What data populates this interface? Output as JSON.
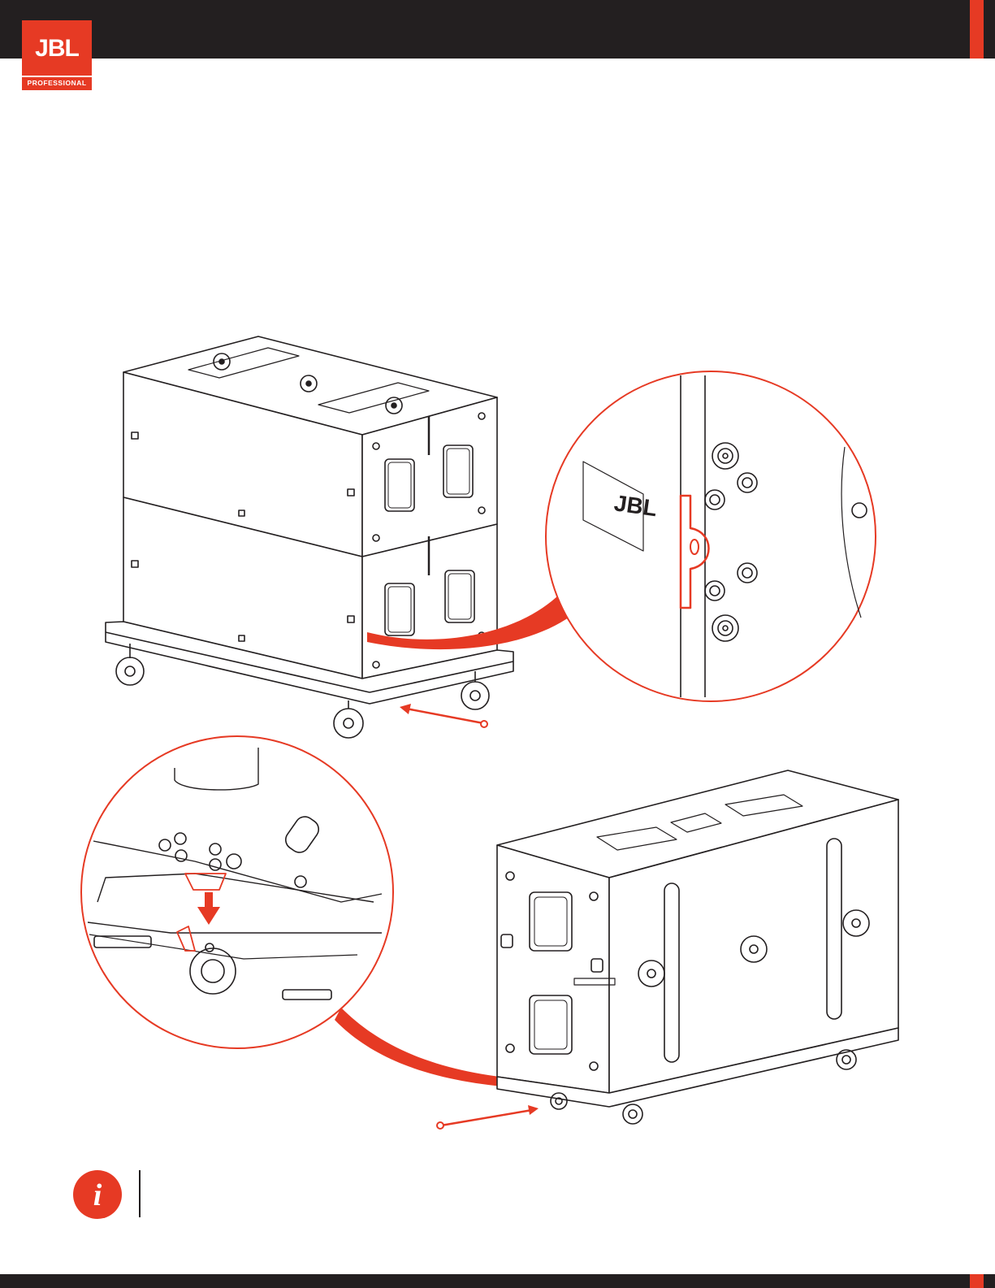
{
  "header": {
    "brand_name": "JBL",
    "brand_sub": "PROFESSIONAL",
    "brand_color": "#e63a24",
    "bar_color": "#231f20"
  },
  "illustration": {
    "top_detail_badge_text": "JBL",
    "callout_color": "#e63a24"
  },
  "note": {
    "icon": "info-icon",
    "glyph": "i"
  }
}
